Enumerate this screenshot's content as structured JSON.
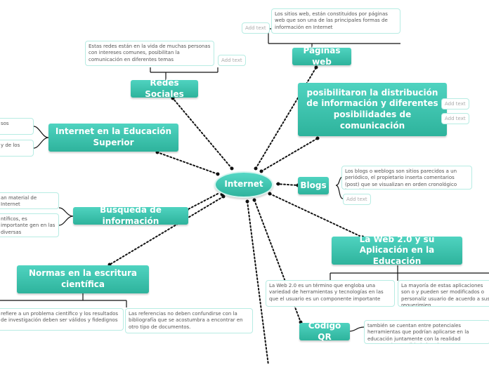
{
  "center": {
    "label": "Internet"
  },
  "topics": {
    "paginas_web": "Páginas web",
    "redes_sociales": "Redes Sociales",
    "distribucion": "posibilitaron la distribución de información y diferentes posibilidades de comunicación",
    "educacion_superior": "Internet en la Educación Superior",
    "blogs": "Blogs",
    "busqueda": "Búsqueda de información",
    "web20": "La Web 2.0 y su Aplicación en la Educación",
    "normas": "Normas en la escritura científica",
    "codigo_qr": "Código QR"
  },
  "notes": {
    "paginas_web": "Los sitios web, están constituidos por páginas web que son una de las principales formas de información en Internet",
    "redes_sociales": "Estas redes están en la vida de muchas personas con intereses comunes, posibilitan la comunicación en diferentes temas",
    "edu_1": "sos",
    "edu_2": "y de los",
    "blogs": "Los blogs o weblogs son sitios parecidos a un periódico, el propietario inserta comentarios (post) que se visualizan en orden cronológico invertido",
    "busqueda_1": "an material de Internet",
    "busqueda_2": "ntíficos, es importante gen en las diversas",
    "web20_1": "La Web 2.0 es un término que engloba una variedad de herramientas y tecnologías en las que el usuario es un componente importante",
    "web20_2": "La mayoría de estas aplicaciones son o y pueden ser modificados o personaliz usuario de acuerdo a sus requerimien",
    "normas_1": "refiere a un problema científico y los resultados de investigación deben ser válidos y fidedignos",
    "normas_2": "Las referencias no deben confundirse con la bibliografía que se acostumbra a encontrar en otro tipo de documentos.",
    "qr": "también se cuentan entre potenciales herramientas que podrían aplicarse en la educación juntamente con la realidad aumentada y realidad virtual."
  },
  "add_text": "Add text",
  "colors": {
    "topic": "#3cc3ad",
    "topic_dark": "#2eb39c",
    "note_border": "#b7ece3",
    "connector": "#111111"
  }
}
